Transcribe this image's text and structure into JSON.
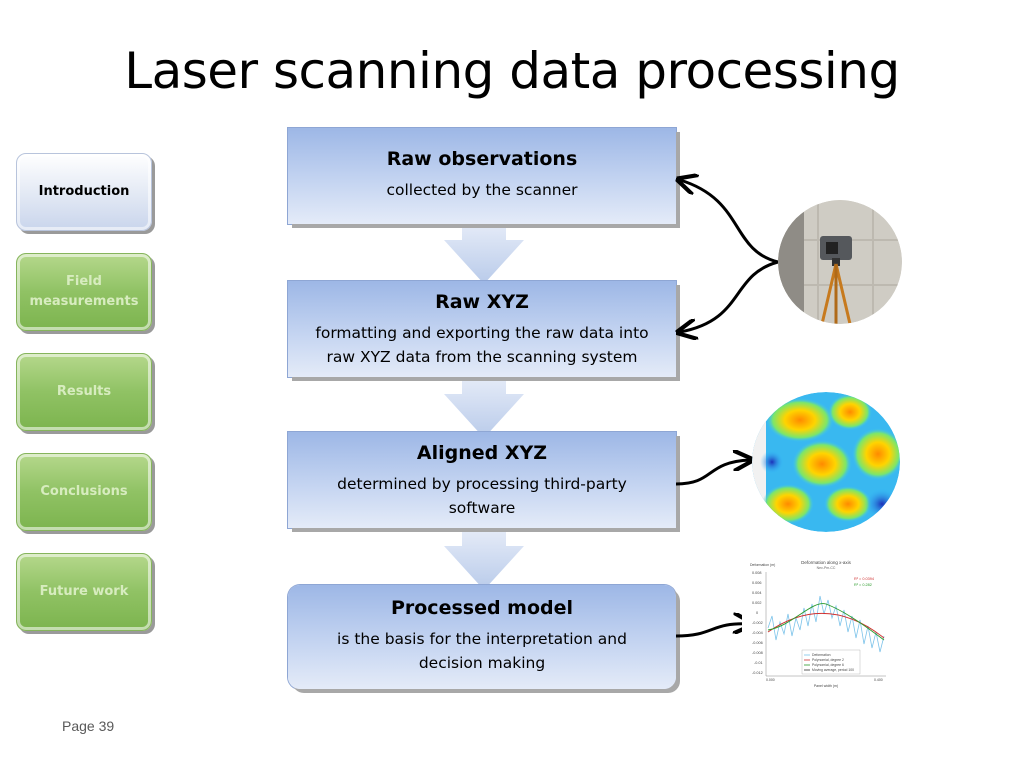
{
  "slide": {
    "title": "Laser scanning data processing",
    "page_label": "Page 39"
  },
  "nav": {
    "items": [
      {
        "label": "Introduction",
        "state": "active"
      },
      {
        "label": "Field measurements",
        "state": "inactive"
      },
      {
        "label": "Results",
        "state": "inactive"
      },
      {
        "label": "Conclusions",
        "state": "inactive"
      },
      {
        "label": "Future work",
        "state": "inactive"
      }
    ]
  },
  "flow": {
    "steps": [
      {
        "title": "Raw observations",
        "desc": "collected by the scanner"
      },
      {
        "title": "Raw XYZ",
        "desc": "formatting and exporting the raw data into raw XYZ data from the scanning system"
      },
      {
        "title": "Aligned XYZ",
        "desc": "determined by processing third-party software"
      },
      {
        "title": "Processed model",
        "desc": "is the basis for the interpretation and decision making"
      }
    ]
  },
  "colors": {
    "box_blue": "#c4d4f1",
    "nav_active": "#dfe6f3",
    "nav_inactive": "#90c264"
  },
  "plot": {
    "title": "Deformation along x-axis",
    "subtitle": "Nev-Pm-CC",
    "ylabel": "Deformation (m)",
    "xlabel": "Panel width (m)",
    "yticks": [
      "0.008",
      "0.006",
      "0.004",
      "0.002",
      "0",
      "-0.002",
      "-0.004",
      "-0.006",
      "-0.008",
      "-0.01",
      "-0.012"
    ],
    "xticks": [
      "0.000",
      "0.400"
    ],
    "stats": [
      "R² = 0.0394",
      "R² = 0.282"
    ],
    "legend": [
      "Deformation",
      "Polynomial, degree 2",
      "Polynomial, degree 6",
      "Moving average, period 100"
    ]
  }
}
